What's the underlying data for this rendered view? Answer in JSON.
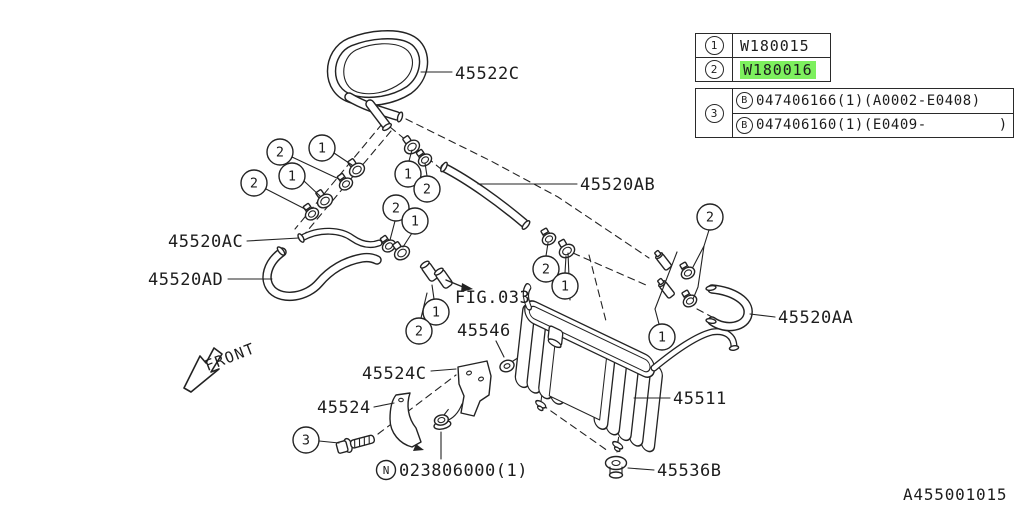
{
  "diagram": {
    "doc_code": "A455001015",
    "front_label": "FRONT",
    "fig_reference": "FIG.033",
    "colors": {
      "highlight": "#7df05e",
      "line": "#232323"
    },
    "callout_numbers": {
      "n1": "1",
      "n2": "2",
      "n3": "3"
    },
    "symbols": {
      "b": "B",
      "n": "N"
    },
    "parts": {
      "hose_45522c": "45522C",
      "hose_45520ab": "45520AB",
      "pipe_45520ac": "45520AC",
      "hose_45520ad": "45520AD",
      "hose_45520aa": "45520AA",
      "oil_cooler": "45511",
      "cushion": "45536B",
      "washer": "45546",
      "bracket_45524c": "45524C",
      "bracket_45524": "45524",
      "nut_number": "023806000(1)"
    },
    "legend": {
      "row1": {
        "num": "1",
        "part": "W180015"
      },
      "row2": {
        "num": "2",
        "part": "W180016"
      },
      "group": {
        "num": "3",
        "line1": {
          "prefix": "B",
          "text": "047406166(1)(A0002-E0408)"
        },
        "line2": {
          "prefix": "B",
          "text": "047406160(1)(E0409-        )"
        }
      }
    }
  }
}
